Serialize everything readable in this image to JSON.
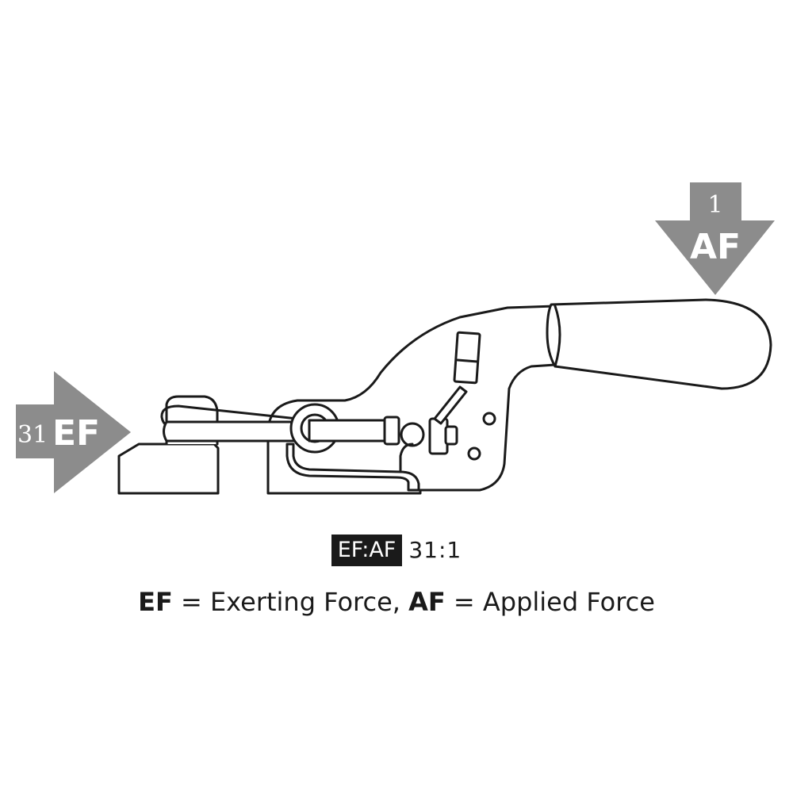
{
  "arrow_applied": {
    "number": "1",
    "label": "AF"
  },
  "arrow_exerting": {
    "number": "31",
    "label": "EF"
  },
  "ratio": {
    "badge": "EF:AF",
    "value": "31:1"
  },
  "legend": {
    "ef_abbr": "EF",
    "ef_text": " = Exerting Force, ",
    "af_abbr": "AF",
    "af_text": " = Applied Force"
  },
  "colors": {
    "arrow": "#8c8c8c",
    "line": "#1a1a1a",
    "badge_bg": "#1a1a1a"
  }
}
